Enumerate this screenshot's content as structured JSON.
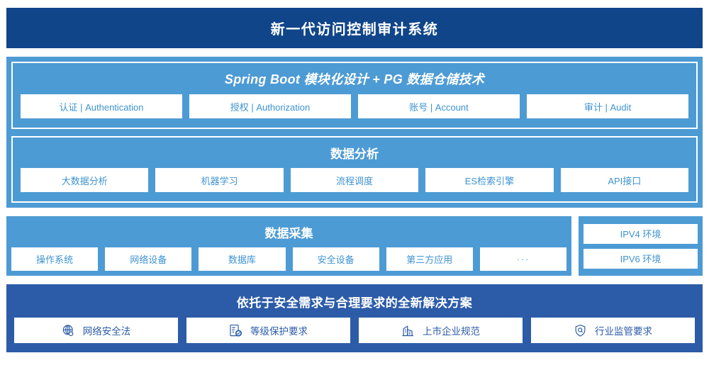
{
  "header": {
    "title": "新一代访问控制审计系统",
    "bg_color": "#10458a"
  },
  "platform_panel": {
    "bg_color": "#4d9bd4",
    "groups": [
      {
        "title": "Spring Boot 模块化设计 + PG 数据仓储技术",
        "cards": [
          {
            "label": "认证 | Authentication"
          },
          {
            "label": "授权 | Authorization"
          },
          {
            "label": "账号 | Account"
          },
          {
            "label": "审计 | Audit"
          }
        ]
      },
      {
        "title": "数据分析",
        "cards": [
          {
            "label": "大数据分析"
          },
          {
            "label": "机器学习"
          },
          {
            "label": "流程调度"
          },
          {
            "label": "ES检索引擎"
          },
          {
            "label": "API接口"
          }
        ]
      }
    ]
  },
  "collection_panel": {
    "title": "数据采集",
    "bg_color": "#4d9bd4",
    "cards": [
      {
        "label": "操作系统"
      },
      {
        "label": "网络设备"
      },
      {
        "label": "数据库"
      },
      {
        "label": "安全设备"
      },
      {
        "label": "第三方应用"
      },
      {
        "label": "···"
      }
    ],
    "environments": [
      {
        "label": "IPV4 环境"
      },
      {
        "label": "IPV6 环境"
      }
    ]
  },
  "compliance_banner": {
    "title": "依托于安全需求与合理要求的全新解决方案",
    "bg_color": "#2c5ca8",
    "cards": [
      {
        "label": "网络安全法",
        "icon": "globe-icon"
      },
      {
        "label": "等级保护要求",
        "icon": "document-check-icon"
      },
      {
        "label": "上市企业规范",
        "icon": "building-icon"
      },
      {
        "label": "行业监管要求",
        "icon": "shield-search-icon"
      }
    ]
  }
}
